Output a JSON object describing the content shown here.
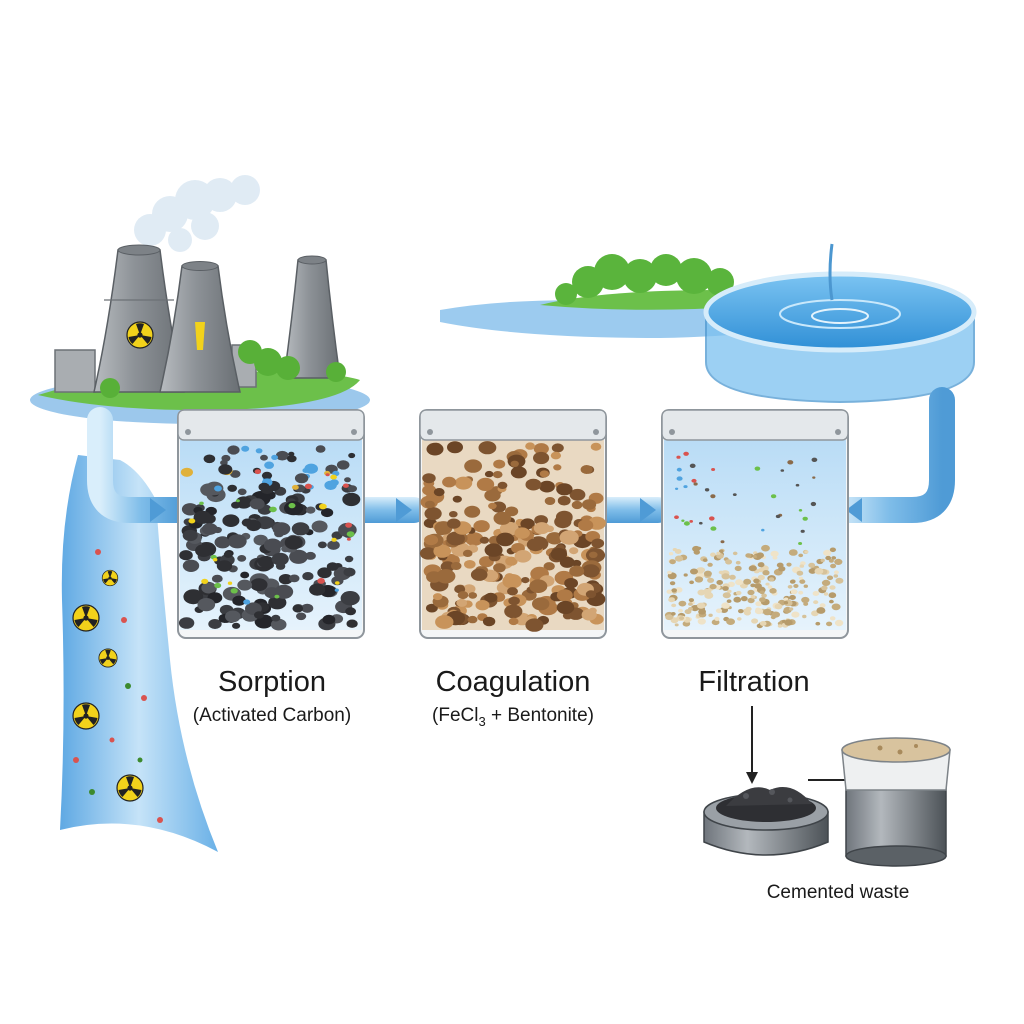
{
  "stages": [
    {
      "title": "Sorption",
      "subtitle": "(Activated Carbon)"
    },
    {
      "title": "Coagulation",
      "subtitle_main": "(FeCl",
      "subtitle_sub": "3",
      "subtitle_rest": " + Bentonite)"
    },
    {
      "title": "Filtration"
    }
  ],
  "waste": {
    "label": "Cemented waste"
  },
  "colors": {
    "water": "#6fb4e8",
    "pipe": "#8cc6ee",
    "grass": "#6cc04a",
    "carbon": "#2e2f33",
    "coagulant": "#9a6a3c",
    "sand": "#d6c29a",
    "tower": "#9a9ea3",
    "radiation": "#f2d21b"
  },
  "icons": [
    "nuclear-plant-icon",
    "radiation-icon",
    "tank-icon",
    "pipe-icon",
    "pool-icon",
    "waste-drum-icon",
    "waste-tray-icon"
  ]
}
